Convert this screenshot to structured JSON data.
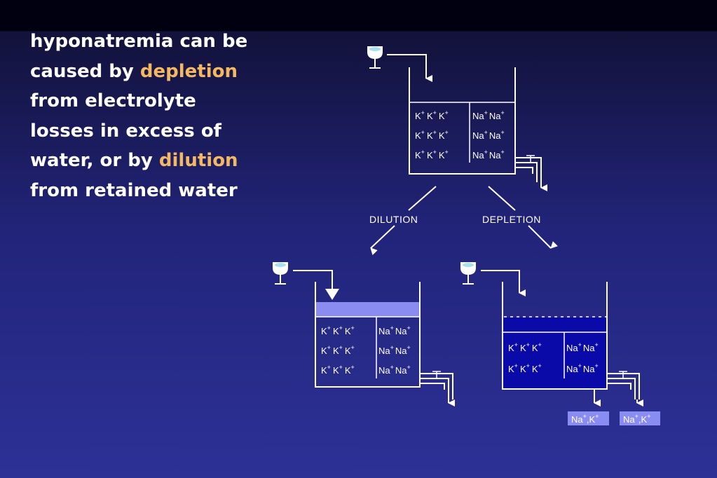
{
  "text": {
    "part1": "hyponatremia can be caused by ",
    "highlight1": "depletion",
    "part2": " from electrolyte losses in excess of water, or by ",
    "highlight2": "dilution",
    "part3": " from retained water"
  },
  "colors": {
    "highlight": "#f5b862",
    "diluted_water": "#8a8cf2",
    "depleted_fill": "#0a0aa8",
    "output_box": "#8a8cf2"
  },
  "diagram": {
    "ion_k": "K",
    "ion_na": "Na",
    "charge": "+",
    "dilution_label": "DILUTION",
    "depletion_label": "DEPLETION",
    "output_na": "Na",
    "output_k": "K",
    "output_sep": ",",
    "icons": [
      "water-glass-icon",
      "tap-icon",
      "arrow-icon"
    ]
  }
}
